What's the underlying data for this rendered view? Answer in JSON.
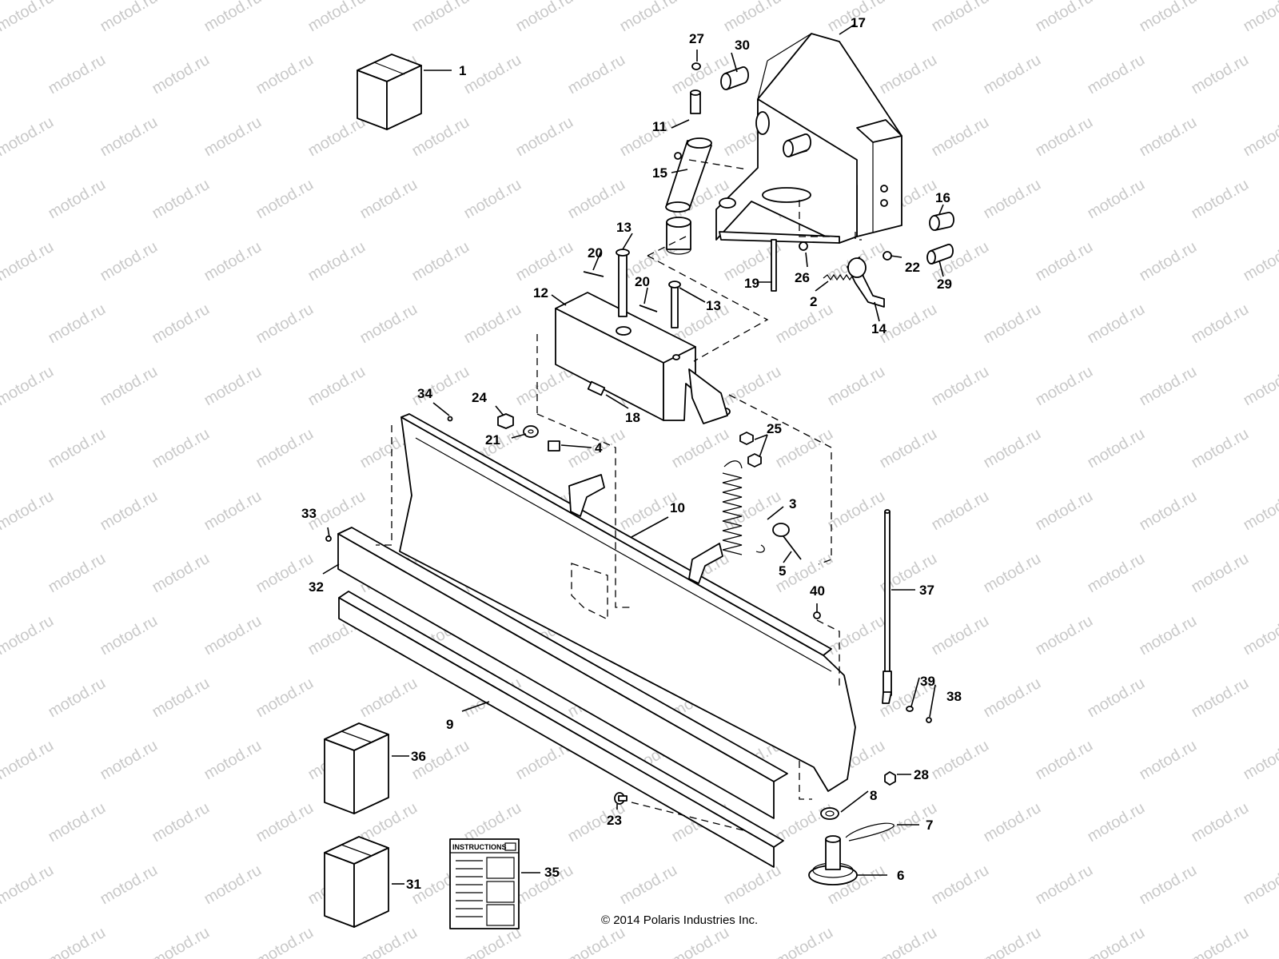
{
  "watermark": "motod.ru",
  "copyright": "© 2014 Polaris Industries Inc.",
  "instructions_title": "INSTRUCTIONS",
  "callouts": {
    "c1": "1",
    "c2": "2",
    "c3": "3",
    "c4": "4",
    "c5": "5",
    "c6": "6",
    "c7": "7",
    "c8": "8",
    "c9": "9",
    "c10": "10",
    "c11": "11",
    "c12": "12",
    "c13a": "13",
    "c13b": "13",
    "c14": "14",
    "c15": "15",
    "c16": "16",
    "c17": "17",
    "c18": "18",
    "c19": "19",
    "c20a": "20",
    "c20b": "20",
    "c21": "21",
    "c22": "22",
    "c23": "23",
    "c24": "24",
    "c25": "25",
    "c26": "26",
    "c27": "27",
    "c28": "28",
    "c29": "29",
    "c30": "30",
    "c31": "31",
    "c32": "32",
    "c33": "33",
    "c34": "34",
    "c35": "35",
    "c36": "36",
    "c37": "37",
    "c38": "38",
    "c39": "39",
    "c40": "40"
  }
}
